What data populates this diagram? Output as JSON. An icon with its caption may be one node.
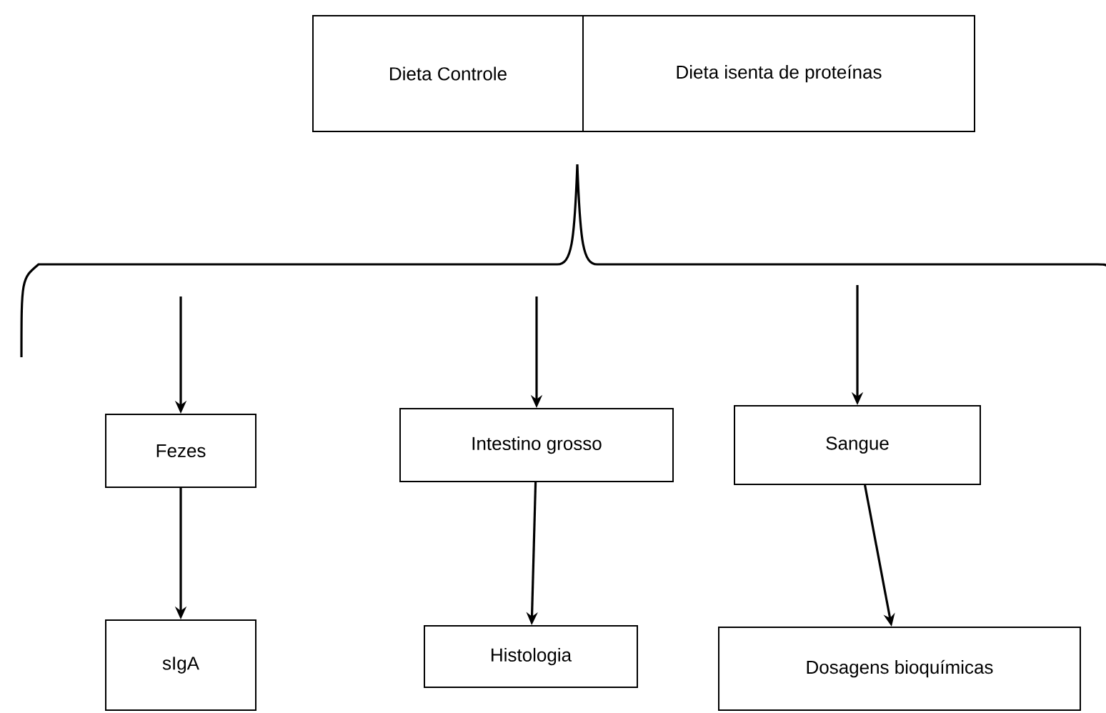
{
  "diagram": {
    "nodes": [
      {
        "text": [
          "Dieta Controle"
        ]
      },
      {
        "text": [
          "Dieta isenta de proteínas"
        ]
      },
      {
        "text": [
          "Fezes"
        ]
      },
      {
        "text": [
          "Intestino grosso"
        ]
      },
      {
        "text": [
          "Sangue"
        ]
      },
      {
        "text": [
          "sIgA"
        ]
      },
      {
        "text": [
          "Histologia"
        ]
      },
      {
        "text": [
          "Dosagens bioquímicas"
        ]
      }
    ],
    "edges": [
      {
        "from": null,
        "to": 2,
        "arrow": "to"
      },
      {
        "from": null,
        "to": 3,
        "arrow": "to"
      },
      {
        "from": null,
        "to": 4,
        "arrow": "to"
      },
      {
        "from": 2,
        "to": 5,
        "arrow": "to"
      },
      {
        "from": 3,
        "to": 6,
        "arrow": "to"
      },
      {
        "from": 4,
        "to": 7,
        "arrow": "to"
      }
    ]
  }
}
